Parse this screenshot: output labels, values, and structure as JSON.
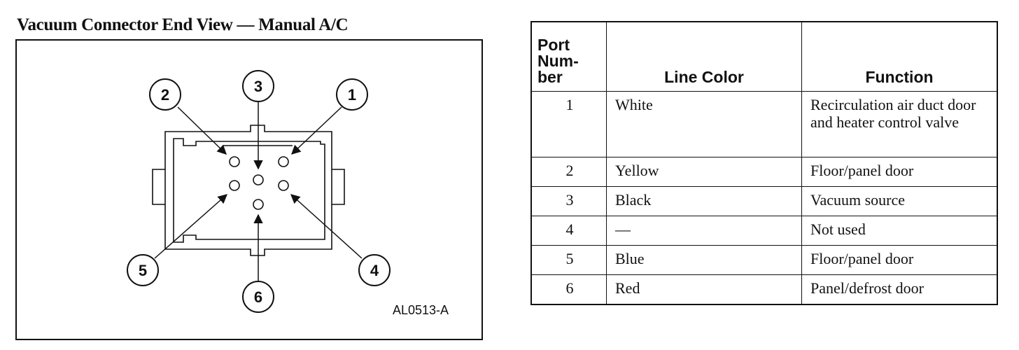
{
  "figure": {
    "title": "Vacuum Connector End View — Manual A/C",
    "code": "AL0513-A",
    "callouts": [
      "2",
      "3",
      "1",
      "5",
      "6",
      "4"
    ]
  },
  "table": {
    "headers": {
      "port": "Port Num- ber",
      "color": "Line Color",
      "function": "Function"
    },
    "rows": [
      {
        "port": "1",
        "color": "White",
        "function": "Recirculation air duct door and heater control valve"
      },
      {
        "port": "2",
        "color": "Yellow",
        "function": "Floor/panel door"
      },
      {
        "port": "3",
        "color": "Black",
        "function": "Vacuum source"
      },
      {
        "port": "4",
        "color": "—",
        "function": "Not used"
      },
      {
        "port": "5",
        "color": "Blue",
        "function": "Floor/panel door"
      },
      {
        "port": "6",
        "color": "Red",
        "function": "Panel/defrost door"
      }
    ]
  }
}
